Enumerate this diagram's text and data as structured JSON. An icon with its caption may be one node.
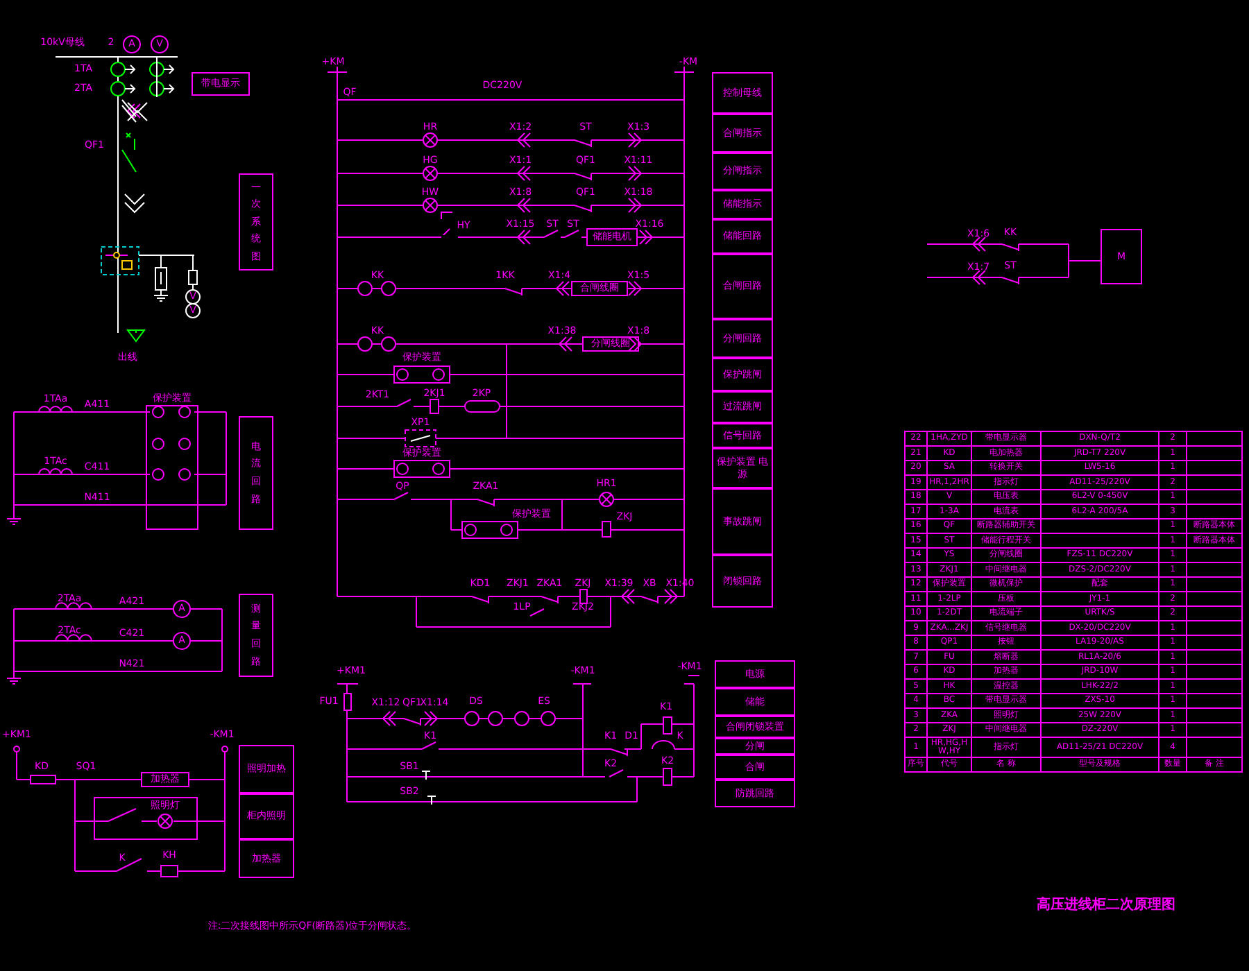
{
  "diagram": {
    "title": "高压进线柜二次原理图",
    "nodes": [
      {
        "text": [
          "带电显示"
        ]
      },
      {
        "text": [
          "一次系统图"
        ]
      },
      {
        "text": [
          "保护装置"
        ]
      },
      {
        "text": [
          "电流回路"
        ]
      },
      {
        "text": [
          "测量回路"
        ]
      },
      {
        "text": [
          "照明加热"
        ]
      },
      {
        "text": [
          "柜内照明"
        ]
      },
      {
        "text": [
          "加热器"
        ]
      },
      {
        "text": [
          "控制母线"
        ]
      },
      {
        "text": [
          "合闸指示"
        ]
      },
      {
        "text": [
          "分闸指示"
        ]
      },
      {
        "text": [
          "储能指示"
        ]
      },
      {
        "text": [
          "储能回路"
        ]
      },
      {
        "text": [
          "合闸回路"
        ]
      },
      {
        "text": [
          "分闸回路"
        ]
      },
      {
        "text": [
          "保护跳闸"
        ]
      },
      {
        "text": [
          "过流跳闸"
        ]
      },
      {
        "text": [
          "信号回路"
        ]
      },
      {
        "text": [
          "保护装置 电源"
        ]
      },
      {
        "text": [
          "事故跳闸"
        ]
      },
      {
        "text": [
          "闭锁回路"
        ]
      },
      {
        "text": [
          "电源"
        ]
      },
      {
        "text": [
          "储能"
        ]
      },
      {
        "text": [
          "合闸闭锁装置"
        ]
      },
      {
        "text": [
          "分闸"
        ]
      },
      {
        "text": [
          "合闸"
        ]
      },
      {
        "text": [
          "防跳回路"
        ]
      },
      {
        "text": [
          "M"
        ]
      }
    ],
    "labels": [
      "10kV母线",
      "2",
      "A",
      "V",
      "1TA",
      "2TA",
      "QF1",
      "出线",
      "V",
      "V",
      "+KM",
      "-KM",
      "DC220V",
      "QF",
      "HR",
      "X1:2",
      "ST",
      "X1:3",
      "HG",
      "X1:1",
      "QF1",
      "X1:11",
      "HW",
      "X1:8",
      "QF1",
      "X1:18",
      "HY",
      "X1:15",
      "ST",
      "ST",
      "储能电机",
      "X1:16",
      "KK",
      "1KK",
      "X1:4",
      "合闸线圈",
      "X1:5",
      "KK",
      "X1:38",
      "分闸线圈",
      "X1:8",
      "保护装置",
      "2KT1",
      "2KJ1",
      "2KP",
      "XP1",
      "保护装置",
      "QP",
      "ZKA1",
      "HR1",
      "保护装置",
      "ZKJ",
      "KD1",
      "ZKJ1",
      "ZKA1",
      "ZKJ",
      "X1:39",
      "XB",
      "X1:40",
      "1LP",
      "ZKJ2",
      "1TAa",
      "A411",
      "1TAc",
      "C411",
      "N411",
      "2TAa",
      "A421",
      "2TAc",
      "C421",
      "N421",
      "A",
      "A",
      "+KM1",
      "-KM1",
      "KD",
      "SQ1",
      "加热器",
      "照明灯",
      "K",
      "KH",
      "+KM1",
      "FU1",
      "X1:12",
      "QF1",
      "X1:14",
      "DS",
      "ES",
      "-KM1",
      "-KM1",
      "K1",
      "K1",
      "K1",
      "D1",
      "K",
      "K2",
      "K2",
      "SB1",
      "SB2",
      "X1:6",
      "KK",
      "X1:7",
      "ST",
      "注:二次接线图中所示QF(断路器)位于分闸状态。",
      "22",
      "1HA,ZYD",
      "带电显示器",
      "DXN-Q/T2",
      "2",
      "21",
      "KD",
      "电加热器",
      "JRD-T7 220V",
      "1",
      "20",
      "SA",
      "转换开关",
      "LW5-16",
      "1",
      "19",
      "HR,1,2HR",
      "指示灯",
      "AD11-25/220V",
      "2",
      "18",
      "V",
      "电压表",
      "6L2-V 0-450V",
      "1",
      "17",
      "1-3A",
      "电流表",
      "6L2-A 200/5A",
      "3",
      "16",
      "QF",
      "断路器辅助开关",
      "1",
      "断路器本体",
      "15",
      "ST",
      "储能行程开关",
      "1",
      "断路器本体",
      "14",
      "YS",
      "分闸线圈",
      "FZS-11 DC220V",
      "1",
      "13",
      "ZKJ1",
      "中间继电器",
      "DZS-2/DC220V",
      "1",
      "12",
      "保护装置",
      "微机保护",
      "配套",
      "1",
      "11",
      "1-2LP",
      "压板",
      "JY1-1",
      "2",
      "10",
      "1-2DT",
      "电流端子",
      "URTK/S",
      "2",
      "9",
      "ZKA...ZKJ",
      "信号继电器",
      "DX-20/DC220V",
      "1",
      "8",
      "QP1",
      "按钮",
      "LA19-20/AS",
      "1",
      "7",
      "FU",
      "熔断器",
      "RL1A-20/6",
      "1",
      "6",
      "KD",
      "加热器",
      "JRD-10W",
      "1",
      "5",
      "HK",
      "温控器",
      "LHK-22/2",
      "1",
      "4",
      "BC",
      "带电显示器",
      "ZXS-10",
      "1",
      "3",
      "ZKA",
      "照明灯",
      "25W 220V",
      "1",
      "2",
      "ZKJ",
      "中间继电器",
      "DZ-220V",
      "1",
      "1",
      "HR,HG,HW,HY",
      "指示灯",
      "AD11-25/21 DC220V",
      "4",
      "序号",
      "代号",
      "名 称",
      "型号及规格",
      "数量",
      "备 注"
    ]
  }
}
